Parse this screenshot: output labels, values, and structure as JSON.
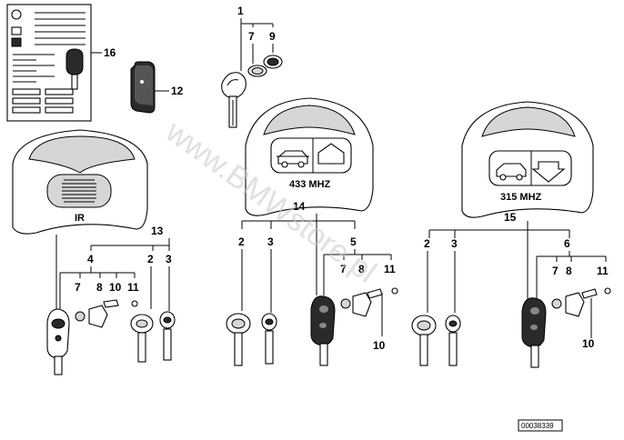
{
  "watermark": "www.BMWstore.pl",
  "reference_code": "00038339",
  "panel_labels": {
    "ir": "IR",
    "mhz433": "433 MHZ",
    "mhz315": "315 MHZ"
  },
  "callouts": {
    "n1": "1",
    "n7a": "7",
    "n9": "9",
    "n16": "16",
    "n12": "12",
    "n13": "13",
    "n4a": "4",
    "n2a": "2",
    "n3a": "3",
    "n7b": "7",
    "n8b": "8",
    "n10b": "10",
    "n11b": "11",
    "n14": "14",
    "n2b": "2",
    "n3b": "3",
    "n5": "5",
    "n7c": "7",
    "n8c": "8",
    "n11c": "11",
    "n10c": "10",
    "n15": "15",
    "n2c": "2",
    "n3c": "3",
    "n6": "6",
    "n7d": "7",
    "n8d": "8",
    "n11d": "11",
    "n10d": "10"
  },
  "icons": [
    "car-lock-icon",
    "house-arrow-icon",
    "key-icon",
    "key-fob-icon",
    "battery-icon",
    "screw-icon",
    "manual-card-icon"
  ]
}
